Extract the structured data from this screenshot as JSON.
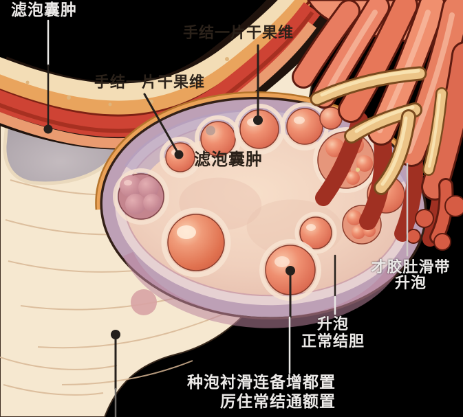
{
  "figure": {
    "type": "medical-anatomy-diagram",
    "subject": "polycystic ovary with fallopian tube fimbriae and ligament",
    "background_color": "#000000"
  },
  "labels": {
    "top_left": {
      "text": "滤泡囊肿"
    },
    "top_center": {
      "text": "手结一片干果维"
    },
    "mid_left": {
      "text": "手结一片干果维"
    },
    "center": {
      "text": "滤泡囊肿"
    },
    "right": {
      "line1": "才胶肚滑带",
      "line2": "升泡"
    },
    "lower_right": {
      "line1": "升泡",
      "line2": "正常结胆"
    },
    "bottom": {
      "line1": "种泡衬滑连备增都置",
      "line2": "厉住常结通额置"
    }
  },
  "colors": {
    "background": "#000000",
    "label_light_text": "#eceae8",
    "label_dark_text": "#2b221a",
    "leader_line_dark": "#25201c",
    "leader_line_light": "#e8e6e4",
    "tube_cream": "#f3ddb6",
    "tube_orange": "#e9a45d",
    "tube_red": "#ce4334",
    "ligament_cream": "#f6e8d0",
    "ligament_striation": "#d8b795",
    "ligament_window_gray": "#b2a9ae",
    "ovary_capsule_lavender": "#bda0b6",
    "ovary_inner_pink": "#f3d7c5",
    "ovary_rim_band_orange": "#eba258",
    "follicle_coral": "#e8836a",
    "follicle_mauve": "#c98b94",
    "fimbriae_salmon": "#ea8163",
    "fimbriae_deep_red": "#a03022",
    "fimbriae_tan_finger": "#ecc487"
  }
}
